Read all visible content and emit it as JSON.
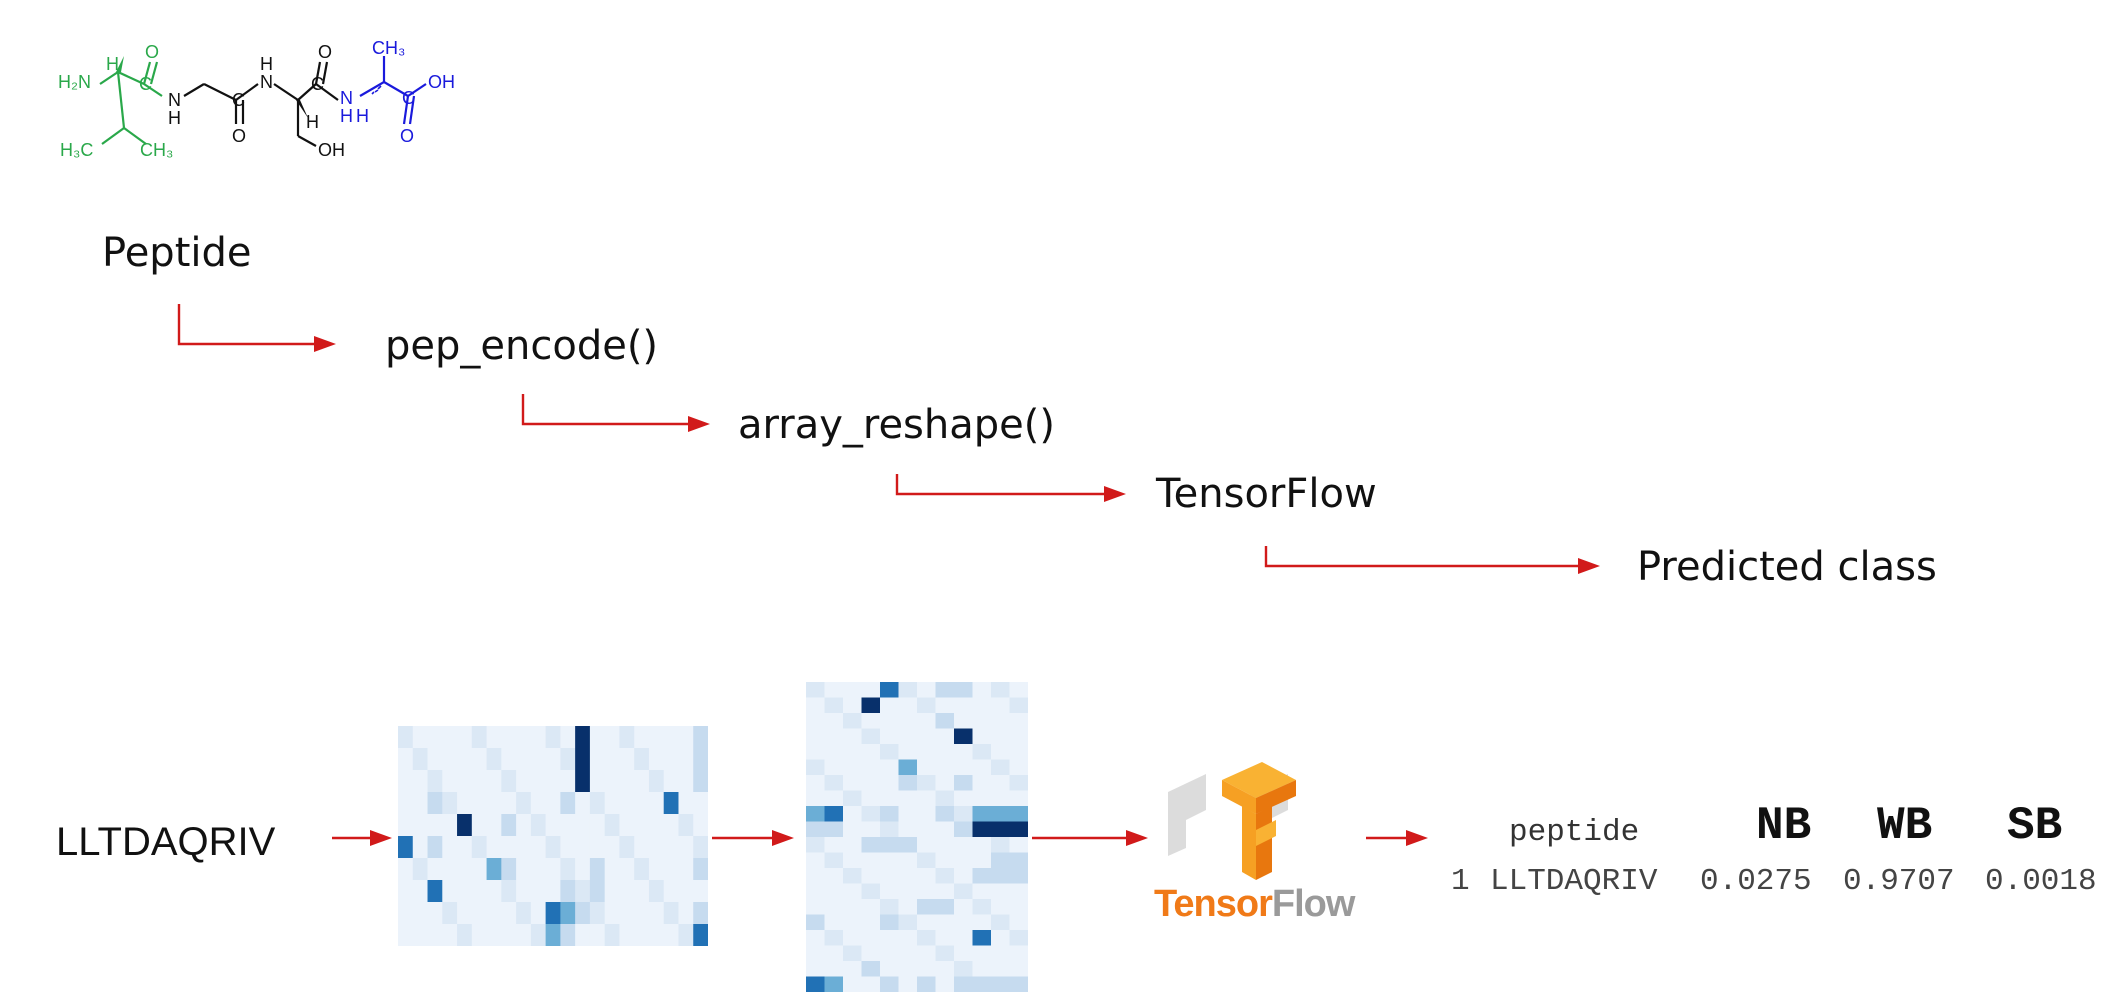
{
  "molecule": {
    "atoms": {
      "h2n": "H₂N",
      "h_alpha1": "H",
      "o_top1": "O",
      "c1": "C",
      "nh1": "N",
      "nh1_h": "H",
      "c2": "C",
      "o_bot2": "O",
      "n3_h": "H",
      "n3": "N",
      "o_top3": "O",
      "c3": "C",
      "h_alpha3": "H",
      "oh_side": "OH",
      "ch3_top": "CH₃",
      "nh4": "N",
      "nh4_h": "H",
      "nh4_h2": "H",
      "c4": "C",
      "oh_term": "OH",
      "o_bot4": "O",
      "h3c": "H₃C",
      "ch3_right": "CH₃"
    },
    "colors": {
      "residue1": "#2aa84a",
      "residue2": "#111111",
      "residue3": "#111111",
      "residue4": "#1a1adc"
    }
  },
  "pipeline": {
    "steps": [
      {
        "label": "Peptide"
      },
      {
        "label": "pep_encode()"
      },
      {
        "label": "array_reshape()"
      },
      {
        "label": "TensorFlow"
      },
      {
        "label": "Predicted class"
      }
    ],
    "arrow_color": "#d11a1a"
  },
  "example": {
    "sequence": "LLTDAQRIV",
    "logo_text": {
      "part1": "Tensor",
      "part2": "Flow"
    },
    "logo_colors": {
      "tensor": "#f07a18",
      "flow": "#9a9a9a",
      "orange": "#f6a023",
      "orange_dark": "#e8770e",
      "grey": "#d6d6d6"
    }
  },
  "heatmaps": {
    "colors": [
      "#ecf3fb",
      "#c6dbef",
      "#6baed6",
      "#2171b5",
      "#08306b"
    ],
    "matrix1": [
      [
        0,
        0,
        0,
        0,
        0,
        0,
        0,
        0,
        0,
        0,
        0,
        0,
        4,
        0,
        0,
        0,
        0,
        0,
        0,
        0,
        1
      ],
      [
        0,
        0,
        0,
        0,
        0,
        0,
        0,
        0,
        0,
        0,
        0,
        0,
        4,
        0,
        0,
        0,
        0,
        0,
        0,
        0,
        1
      ],
      [
        0,
        0,
        0,
        0,
        0,
        0,
        0,
        0,
        0,
        0,
        0,
        0,
        4,
        0,
        0,
        0,
        0,
        0,
        0,
        0,
        1
      ],
      [
        0,
        0,
        1,
        0,
        0,
        0,
        0,
        0,
        0,
        0,
        0,
        1,
        0,
        0,
        0,
        0,
        0,
        0,
        3,
        0,
        0
      ],
      [
        0,
        0,
        0,
        0,
        4,
        0,
        0,
        1,
        0,
        0,
        0,
        0,
        0,
        0,
        0,
        0,
        0,
        0,
        0,
        0,
        0
      ],
      [
        3,
        0,
        1,
        0,
        0,
        0,
        0,
        0,
        0,
        0,
        0,
        0,
        0,
        0,
        0,
        0,
        0,
        0,
        0,
        0,
        0
      ],
      [
        0,
        0,
        0,
        0,
        0,
        0,
        2,
        1,
        0,
        0,
        0,
        0,
        0,
        1,
        0,
        0,
        0,
        0,
        0,
        0,
        1
      ],
      [
        0,
        0,
        3,
        0,
        0,
        0,
        0,
        0,
        0,
        0,
        0,
        1,
        0,
        1,
        0,
        0,
        0,
        0,
        0,
        0,
        0
      ],
      [
        0,
        0,
        0,
        0,
        0,
        0,
        0,
        0,
        0,
        0,
        3,
        2,
        1,
        0,
        0,
        0,
        0,
        0,
        0,
        0,
        1
      ],
      [
        0,
        0,
        0,
        0,
        0,
        0,
        0,
        0,
        0,
        0,
        2,
        1,
        0,
        0,
        0,
        0,
        0,
        0,
        0,
        0,
        3
      ]
    ],
    "matrix2": [
      [
        0,
        0,
        0,
        0,
        3,
        0,
        0,
        1,
        1,
        0,
        0,
        0
      ],
      [
        0,
        0,
        0,
        4,
        0,
        0,
        0,
        0,
        0,
        0,
        0,
        0
      ],
      [
        0,
        0,
        0,
        0,
        0,
        0,
        0,
        1,
        0,
        0,
        0,
        0
      ],
      [
        0,
        0,
        0,
        0,
        0,
        0,
        0,
        0,
        4,
        0,
        0,
        0
      ],
      [
        0,
        0,
        0,
        0,
        0,
        0,
        0,
        0,
        0,
        0,
        0,
        0
      ],
      [
        0,
        0,
        0,
        0,
        0,
        2,
        0,
        0,
        0,
        0,
        0,
        0
      ],
      [
        0,
        0,
        0,
        0,
        0,
        1,
        0,
        0,
        1,
        0,
        0,
        0
      ],
      [
        0,
        0,
        0,
        0,
        0,
        0,
        0,
        0,
        0,
        0,
        0,
        0
      ],
      [
        2,
        3,
        0,
        0,
        1,
        0,
        0,
        1,
        0,
        2,
        2,
        2
      ],
      [
        1,
        1,
        0,
        0,
        0,
        0,
        0,
        0,
        1,
        4,
        4,
        4
      ],
      [
        0,
        0,
        0,
        1,
        1,
        1,
        0,
        0,
        0,
        0,
        0,
        0
      ],
      [
        0,
        0,
        0,
        0,
        0,
        0,
        0,
        0,
        0,
        0,
        1,
        1
      ],
      [
        0,
        0,
        0,
        0,
        0,
        0,
        0,
        0,
        0,
        1,
        1,
        1
      ],
      [
        0,
        0,
        0,
        0,
        0,
        0,
        0,
        0,
        0,
        0,
        0,
        0
      ],
      [
        0,
        0,
        0,
        0,
        0,
        0,
        1,
        1,
        0,
        0,
        0,
        0
      ],
      [
        1,
        0,
        0,
        0,
        1,
        0,
        0,
        0,
        0,
        0,
        0,
        0
      ],
      [
        0,
        0,
        0,
        0,
        0,
        0,
        0,
        0,
        0,
        3,
        0,
        0
      ],
      [
        0,
        0,
        0,
        0,
        0,
        0,
        0,
        0,
        0,
        0,
        0,
        0
      ],
      [
        0,
        0,
        0,
        1,
        0,
        0,
        0,
        0,
        0,
        0,
        0,
        0
      ],
      [
        3,
        2,
        0,
        0,
        1,
        0,
        1,
        0,
        1,
        1,
        1,
        1
      ]
    ]
  },
  "results_table": {
    "header_peptide": "peptide",
    "class_headers": [
      "NB",
      "WB",
      "SB"
    ],
    "row_index": "1",
    "row_peptide": "LLTDAQRIV",
    "row_values": [
      "0.0275",
      "0.9707",
      "0.0018"
    ]
  }
}
